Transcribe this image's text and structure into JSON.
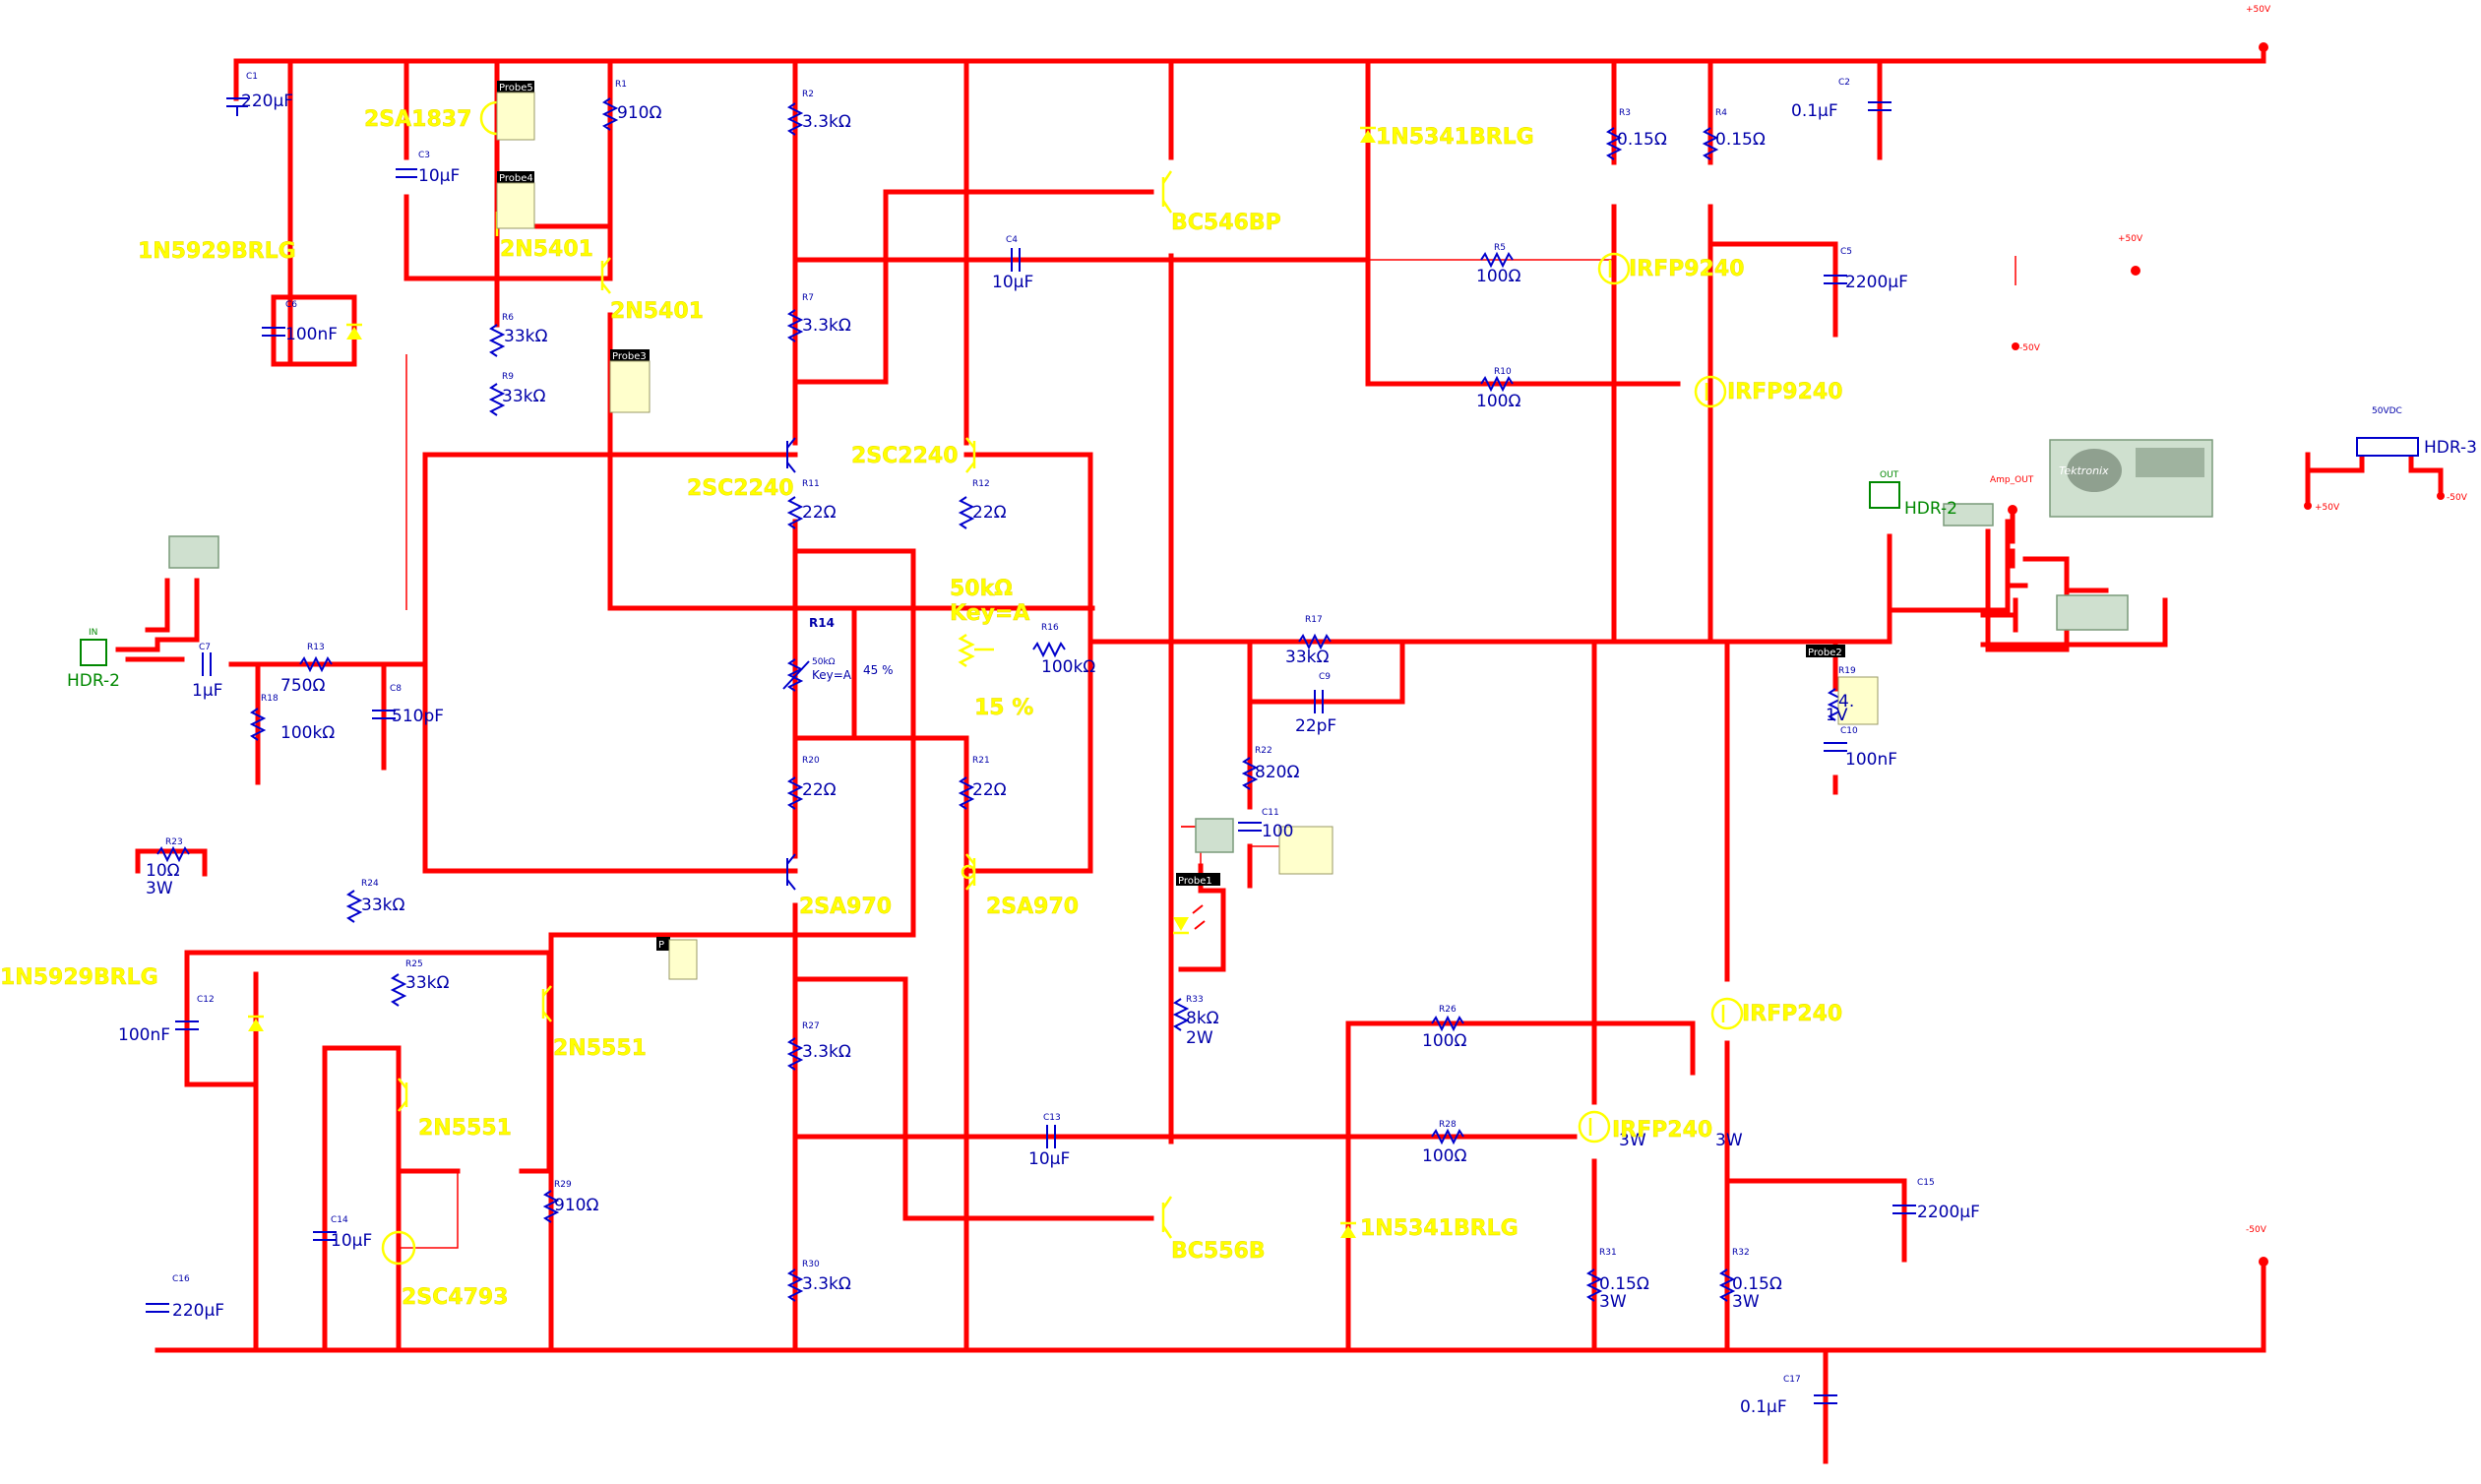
{
  "rails": {
    "pos": "+50V",
    "neg": "-50V"
  },
  "percents": {
    "r14": "45 %",
    "r15": "15 %"
  },
  "pots": {
    "r14_val": "50kΩ",
    "r14_key": "Key=A",
    "r15_val": "50kΩ",
    "r15_key": "Key=A"
  },
  "connectors": {
    "hdr_in": "HDR-2",
    "hdr_out": "HDR-2",
    "hdr_psu": "HDR-3",
    "in_tag": "IN",
    "out_tag": "OUT",
    "amp_out": "Amp_OUT",
    "psu_label": "50VDC"
  },
  "probes": {
    "p1": "Probe1",
    "p2": "Probe2",
    "p3": "Probe3",
    "p4": "Probe4",
    "p5": "Probe5",
    "p6": "P"
  },
  "scope": {
    "brand": "Tektronix"
  },
  "components": [
    {
      "ref": "C1",
      "value": "220µF"
    },
    {
      "ref": "C2",
      "value": "0.1µF"
    },
    {
      "ref": "C3",
      "value": "10µF"
    },
    {
      "ref": "C4",
      "value": "10µF"
    },
    {
      "ref": "C5",
      "value": "2200µF"
    },
    {
      "ref": "C6",
      "value": "100nF"
    },
    {
      "ref": "C7",
      "value": "1µF"
    },
    {
      "ref": "C8",
      "value": "510pF"
    },
    {
      "ref": "C9",
      "value": "22pF"
    },
    {
      "ref": "C10",
      "value": "100nF"
    },
    {
      "ref": "C11",
      "value": "100"
    },
    {
      "ref": "C12",
      "value": "100nF"
    },
    {
      "ref": "C13",
      "value": "10µF"
    },
    {
      "ref": "C14",
      "value": "10µF"
    },
    {
      "ref": "C15",
      "value": "2200µF"
    },
    {
      "ref": "C16",
      "value": "220µF"
    },
    {
      "ref": "C17",
      "value": "0.1µF"
    },
    {
      "ref": "R1",
      "value": "910Ω"
    },
    {
      "ref": "R2",
      "value": "3.3kΩ"
    },
    {
      "ref": "R3",
      "value": "0.15Ω",
      "value2": "3W"
    },
    {
      "ref": "R4",
      "value": "0.15Ω",
      "value2": "3W"
    },
    {
      "ref": "R5",
      "value": "100Ω"
    },
    {
      "ref": "R6",
      "value": "33kΩ"
    },
    {
      "ref": "R7",
      "value": "3.3kΩ"
    },
    {
      "ref": "R9",
      "value": "33kΩ"
    },
    {
      "ref": "R10",
      "value": "100Ω"
    },
    {
      "ref": "R11",
      "value": "22Ω"
    },
    {
      "ref": "R12",
      "value": "22Ω"
    },
    {
      "ref": "R13",
      "value": "750Ω"
    },
    {
      "ref": "R14",
      "value": ""
    },
    {
      "ref": "R16",
      "value": "100kΩ"
    },
    {
      "ref": "R17",
      "value": "33kΩ"
    },
    {
      "ref": "R18",
      "value": "100kΩ"
    },
    {
      "ref": "R19",
      "value": "4.",
      "value2": "1V"
    },
    {
      "ref": "R20",
      "value": "22Ω"
    },
    {
      "ref": "R21",
      "value": "22Ω"
    },
    {
      "ref": "R22",
      "value": "820Ω"
    },
    {
      "ref": "R23",
      "value": "10Ω",
      "value2": "3W"
    },
    {
      "ref": "R24",
      "value": "33kΩ"
    },
    {
      "ref": "R25",
      "value": "33kΩ"
    },
    {
      "ref": "R26",
      "value": "100Ω"
    },
    {
      "ref": "R27",
      "value": "3.3kΩ"
    },
    {
      "ref": "R28",
      "value": "100Ω"
    },
    {
      "ref": "R29",
      "value": "910Ω"
    },
    {
      "ref": "R30",
      "value": "3.3kΩ"
    },
    {
      "ref": "R31",
      "value": "0.15Ω",
      "value2": "3W"
    },
    {
      "ref": "R32",
      "value": "0.15Ω",
      "value2": "3W"
    },
    {
      "ref": "R33",
      "value": "8kΩ",
      "value2": "2W"
    }
  ],
  "parts": [
    "2SA1837",
    "1N5929BRLG",
    "2N5401",
    "2N5401",
    "2SC2240",
    "2SC2240",
    "2SA970",
    "2SA970",
    "BC546BP",
    "BC556B",
    "1N5341BRLG",
    "1N5341BRLG",
    "IRFP9240",
    "IRFP9240",
    "IRFP240",
    "IRFP240",
    "1N5929BRLG",
    "2N5551",
    "2N5551",
    "2SC4793"
  ]
}
